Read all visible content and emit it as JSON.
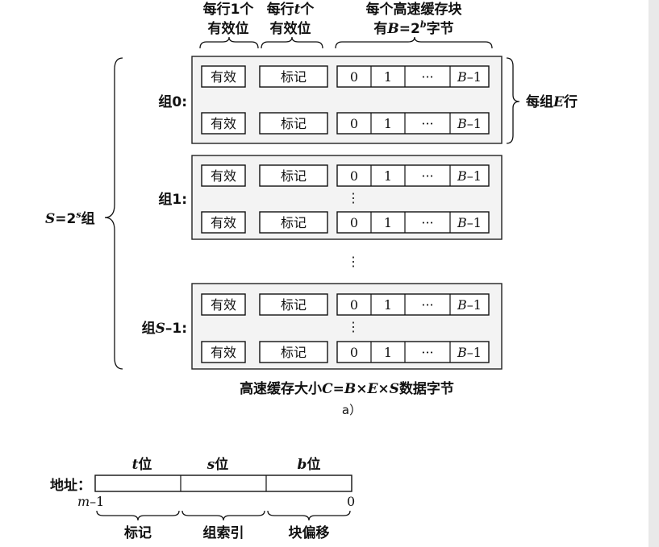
{
  "header": {
    "valid_bits": [
      "每行1个",
      "有效位"
    ],
    "tag_bits": {
      "pre": "每行",
      "var": "t",
      "post": "个",
      "line2": "有效位"
    },
    "block_bytes": {
      "line1": "每个高速缓存块",
      "line2_pre": "有",
      "B": "B",
      "eq": "=2",
      "exp": "b",
      "post": "字节"
    }
  },
  "cells": {
    "valid": "有效",
    "tag": "标记",
    "b0": "0",
    "b1": "1",
    "ellipsis": "···",
    "last_var": "B",
    "last_rest": "–1"
  },
  "sets": [
    {
      "label_pre": "组",
      "label_var": "",
      "label_num": "0",
      "label_post": ":"
    },
    {
      "label_pre": "组",
      "label_var": "",
      "label_num": "1",
      "label_post": ":"
    },
    {
      "label_pre": "组",
      "label_var": "S",
      "label_num": "–1",
      "label_post": ":"
    }
  ],
  "right_brace_label": {
    "pre": "每组",
    "var": "E",
    "post": "行"
  },
  "left_brace_label": {
    "var": "S",
    "eq": "=2",
    "exp": "s",
    "post": "组"
  },
  "vertical_dots": "⋮",
  "cache_size": {
    "pre": "高速缓存大小",
    "expr": "C=B×E×S",
    "post": "数据字节"
  },
  "caption_a": "a）",
  "address": {
    "label": "地址：",
    "fields": [
      {
        "var": "t",
        "post": "位"
      },
      {
        "var": "s",
        "post": "位"
      },
      {
        "var": "b",
        "post": "位"
      }
    ],
    "m_left": {
      "var": "m",
      "rest": "–1"
    },
    "zero_right": "0",
    "bottom_labels": [
      "标记",
      "组索引",
      "块偏移"
    ]
  }
}
